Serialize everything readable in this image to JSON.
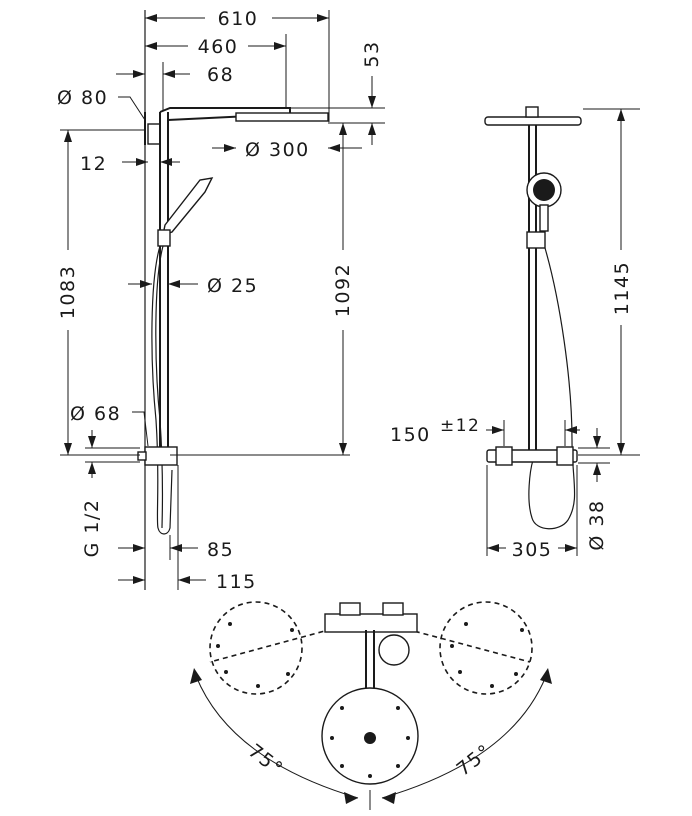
{
  "dimensions": {
    "side": {
      "total_width": "610",
      "arm_reach": "460",
      "wall_offset": "68",
      "wall_flange_dia": "Ø 80",
      "rail_offset": "12",
      "head_height": "53",
      "head_dia": "Ø 300",
      "pipe_dia": "Ø 25",
      "height_left": "1083",
      "height_center": "1092",
      "mixer_dia": "Ø 68",
      "connection": "G 1/2",
      "mixer_depth": "85",
      "mixer_projection": "115"
    },
    "front": {
      "height": "1145",
      "connection_spacing": "150",
      "spacing_tolerance": "±12",
      "body_width": "305",
      "body_dia": "Ø 38"
    },
    "top": {
      "swivel_left": "75°",
      "swivel_right": "75°"
    }
  }
}
